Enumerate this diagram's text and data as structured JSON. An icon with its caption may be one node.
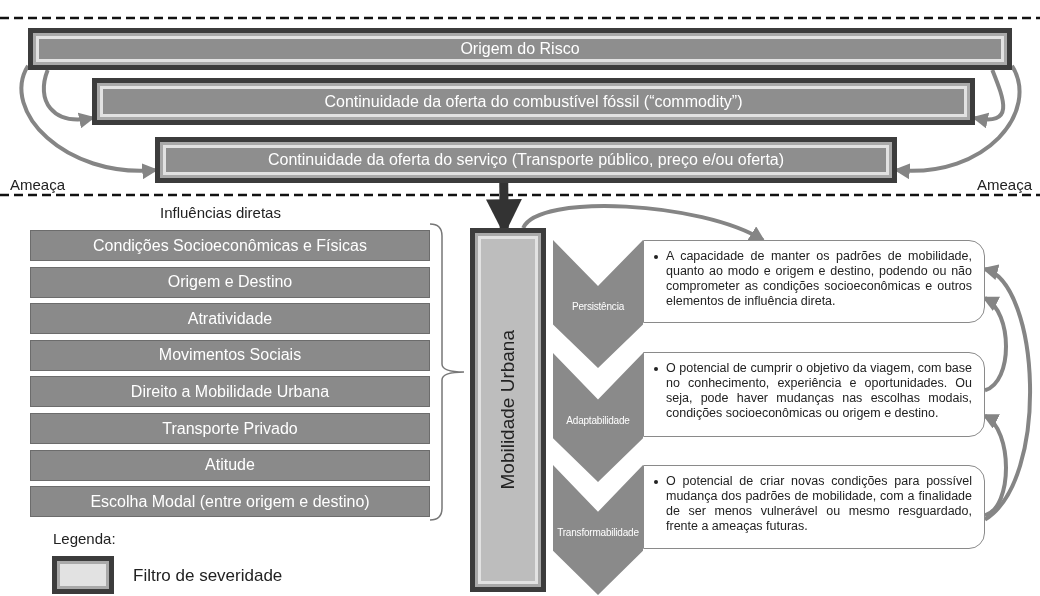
{
  "diagram": {
    "nodes": [
      {
        "text": [
          "Origem do Risco"
        ]
      },
      {
        "text": [
          "Continuidade da oferta do combustível fóssil (“commodity”)"
        ]
      },
      {
        "text": [
          "Continuidade da oferta do serviço (Transporte público, preço e/ou oferta)"
        ]
      },
      {
        "text": [
          "Condições Socioeconômicas e Físicas"
        ]
      },
      {
        "text": [
          "Origem e Destino"
        ]
      },
      {
        "text": [
          "Atratividade"
        ]
      },
      {
        "text": [
          "Movimentos Sociais"
        ]
      },
      {
        "text": [
          "Direito a Mobilidade Urbana"
        ]
      },
      {
        "text": [
          "Transporte Privado"
        ]
      },
      {
        "text": [
          "Atitude"
        ]
      },
      {
        "text": [
          "Escolha Modal (entre origem e destino)"
        ]
      },
      {
        "text": [
          "Mobilidade Urbana"
        ]
      },
      {
        "text": [
          "Persistência"
        ]
      },
      {
        "text": [
          "A capacidade de manter os padrões de mobilidade, quanto ao modo e origem e destino, podendo ou não comprometer as condições socioeconômicas e outros elementos de influência direta."
        ]
      },
      {
        "text": [
          "Adaptabilidade"
        ]
      },
      {
        "text": [
          "O potencial de cumprir o objetivo da viagem, com base no conhecimento, experiência e oportunidades. Ou seja, pode haver mudanças nas escolhas modais, condições socioeconômicas ou origem e destino."
        ]
      },
      {
        "text": [
          "Transformabilidade"
        ]
      },
      {
        "text": [
          "O potencial de criar novas condições para possível mudança dos padrões de mobilidade, com a finalidade de ser menos vulnerável ou mesmo resguardado, frente a ameaças futuras."
        ]
      }
    ],
    "edges": [
      {
        "from": 0,
        "to": 1,
        "arrow": "to"
      },
      {
        "from": 0,
        "to": 2,
        "arrow": "to"
      },
      {
        "from": 0,
        "to": 1,
        "arrow": "to"
      },
      {
        "from": 0,
        "to": 2,
        "arrow": "to"
      },
      {
        "from": 2,
        "to": 11,
        "arrow": "to",
        "style": "thick",
        "color": "#333333"
      },
      {
        "from": 11,
        "to": 13,
        "arrow": "to"
      },
      {
        "from": 15,
        "to": 13,
        "arrow": "to"
      },
      {
        "from": 17,
        "to": 15,
        "arrow": "to"
      },
      {
        "from": 17,
        "to": 13,
        "arrow": "to"
      }
    ],
    "labels": [
      "Ameaça",
      "Ameaça",
      "Influências diretas",
      "Legenda:"
    ],
    "legend": [
      {
        "text": "Filtro de severidade"
      }
    ]
  }
}
